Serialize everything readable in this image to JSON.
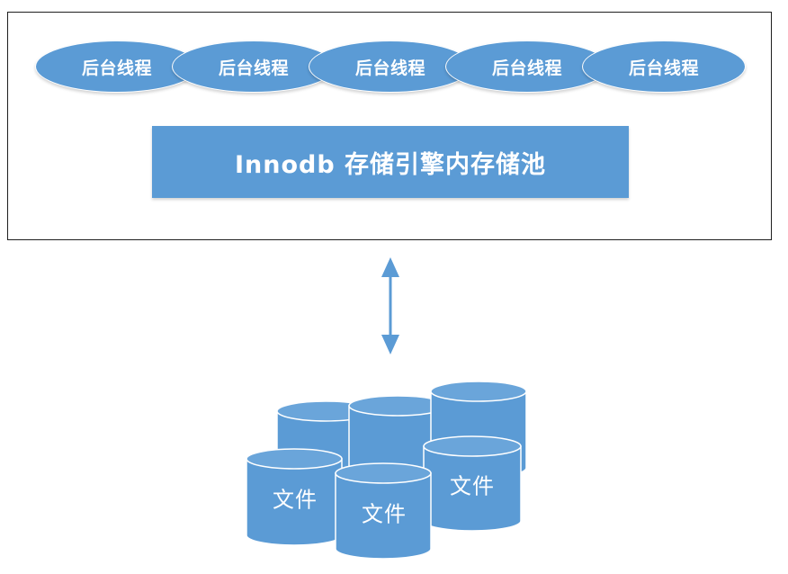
{
  "engine": {
    "threads": [
      {
        "label": "后台线程"
      },
      {
        "label": "后台线程"
      },
      {
        "label": "后台线程"
      },
      {
        "label": "后台线程"
      },
      {
        "label": "后台线程"
      }
    ],
    "buffer_pool_label": "Innodb 存储引擎内存储池"
  },
  "storage": {
    "files": [
      {
        "label": "文件"
      },
      {
        "label": "文件"
      },
      {
        "label": "文件"
      }
    ]
  },
  "colors": {
    "fill": "#5b9bd5",
    "fill_dark": "#4a86bf",
    "text": "#ffffff",
    "border": "#1f1f1f"
  }
}
